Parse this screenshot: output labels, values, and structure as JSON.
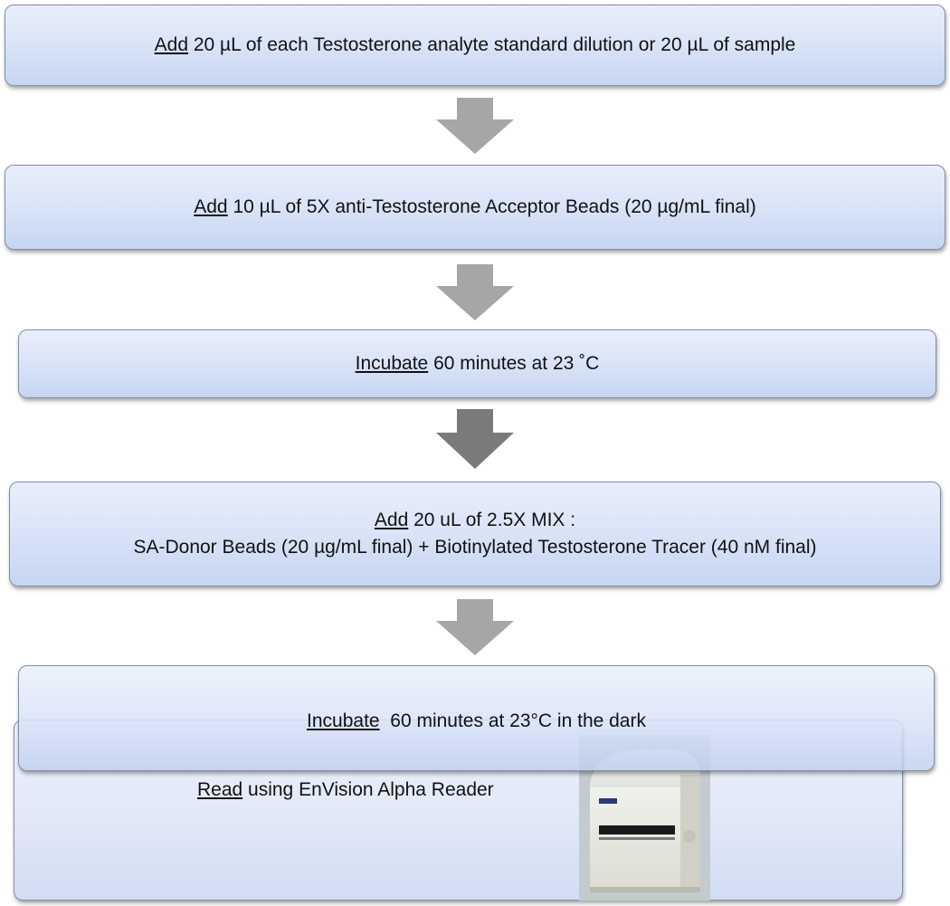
{
  "steps": [
    {
      "verb": "Add",
      "text": " 20 µL of each Testosterone analyte standard dilution or 20 µL of sample"
    },
    {
      "verb": "Add",
      "text": " 10 µL of 5X anti-Testosterone Acceptor Beads (20 µg/mL final)"
    },
    {
      "verb": "Incubate",
      "text": " 60 minutes at 23 ˚C"
    },
    {
      "verb": "Add",
      "line1": " 20 uL of 2.5X  MIX :",
      "line2": "SA-Donor Beads (20 µg/mL final) + Biotinylated Testosterone Tracer (40 nM final)"
    },
    {
      "verb": "Incubate",
      "text": "  60 minutes at 23°C in the dark"
    },
    {
      "verb": "Read",
      "text": " using EnVision Alpha Reader"
    }
  ],
  "arrow_colors": [
    "#a6a6a6",
    "#a6a6a6",
    "#7a7a7a",
    "#a6a6a6"
  ]
}
